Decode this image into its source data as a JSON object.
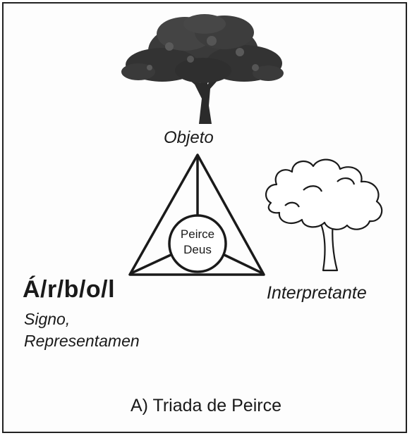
{
  "diagram": {
    "object_label": "Objeto",
    "sign_word": "Á/r/b/o/l",
    "sign_label_line1": "Signo,",
    "sign_label_line2": "Representamen",
    "interpretant_label": "Interpretante",
    "center_line1": "Peirce",
    "center_line2": "Deus",
    "caption": "A) Triada de Peirce"
  },
  "icons": {
    "object_image": "tree-photo-icon",
    "interpretant_image": "tree-drawing-icon"
  },
  "colors": {
    "ink": "#1a1a1a",
    "tree_dark": "#2a2a2a",
    "background": "#fdfdfd"
  }
}
